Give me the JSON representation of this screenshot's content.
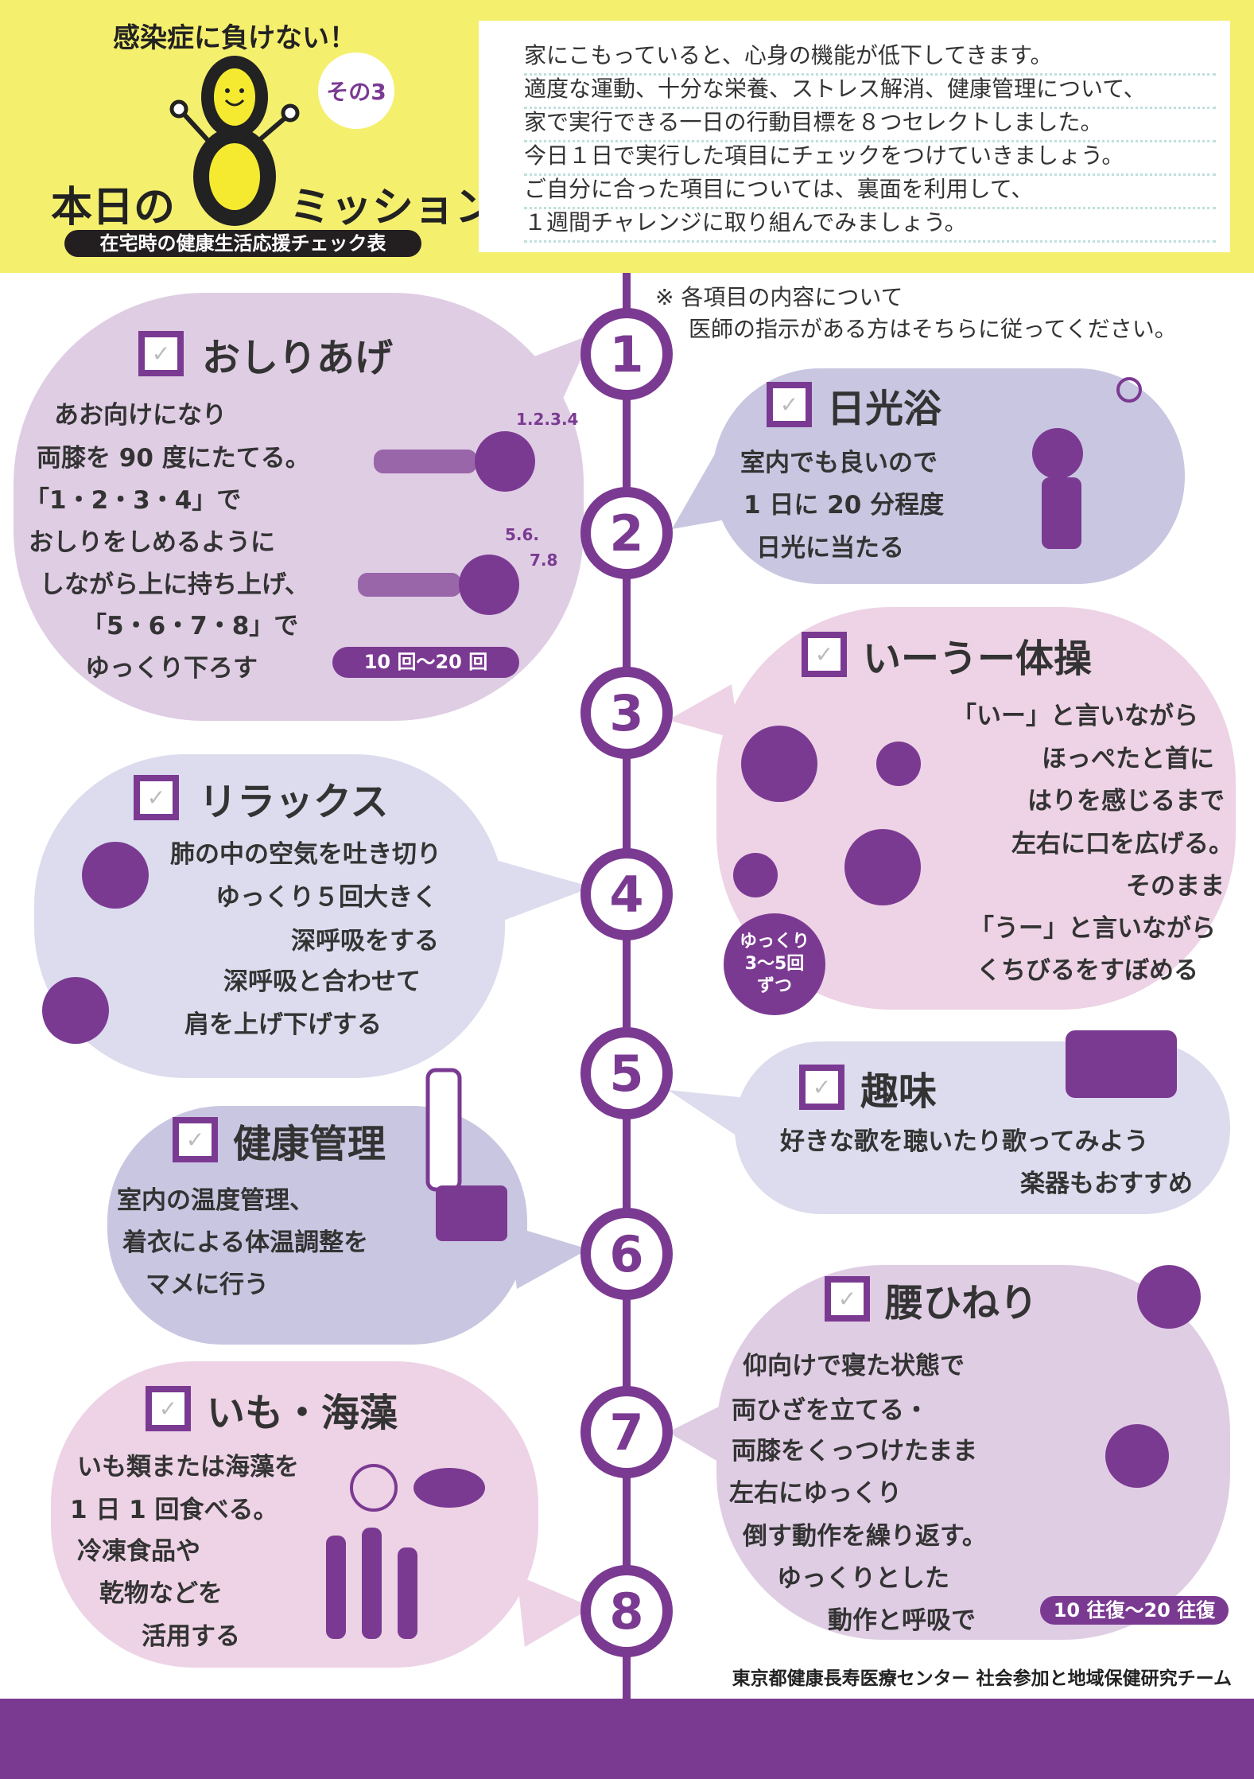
{
  "header": {
    "slogan": "感染症に負けない！",
    "sono": "その3",
    "title_left": "本日の",
    "title_big": "8",
    "title_right": "ミッション",
    "subtitle": "在宅時の健康生活応援チェック表",
    "intro": [
      "家にこもっていると、心身の機能が低下してきます。",
      "適度な運動、十分な栄養、ストレス解消、健康管理について、",
      "家で実行できる一日の行動目標を８つセレクトしました。",
      "今日１日で実行した項目にチェックをつけていきましょう。",
      "ご自分に合った項目については、裏面を利用して、",
      "１週間チャレンジに取り組んでみましょう。"
    ]
  },
  "note": [
    "※ 各項目の内容について",
    "医師の指示がある方はそちらに従ってください。"
  ],
  "numbers": [
    "1",
    "2",
    "3",
    "4",
    "5",
    "6",
    "7",
    "8"
  ],
  "missions": [
    {
      "title": "おしりあげ",
      "lines": [
        "あお向けになり",
        "両膝を 90 度にたてる。",
        "「1・2・3・4」で",
        "おしりをしめるように",
        "しながら上に持ち上げ、",
        "「5・6・7・8」で",
        "ゆっくり下ろす"
      ],
      "badge": "10 回〜20 回",
      "count_up": "1.2.3.4",
      "count_down1": "5.6.",
      "count_down2": "7.8"
    },
    {
      "title": "日光浴",
      "lines": [
        "室内でも良いので",
        "1 日に 20 分程度",
        "日光に当たる"
      ]
    },
    {
      "title": "いーうー体操",
      "lines": [
        "「いー」と言いながら",
        "ほっぺたと首に",
        "はりを感じるまで",
        "左右に口を広げる。",
        "そのまま",
        "「うー」と言いながら",
        "くちびるをすぼめる"
      ],
      "badge": [
        "ゆっくり",
        "3〜5回",
        "ずつ"
      ]
    },
    {
      "title": "リラックス",
      "lines": [
        "肺の中の空気を吐き切り",
        "ゆっくり５回大きく",
        "深呼吸をする",
        "深呼吸と合わせて",
        "肩を上げ下げする"
      ]
    },
    {
      "title": "趣味",
      "lines": [
        "好きな歌を聴いたり歌ってみよう",
        "楽器もおすすめ"
      ]
    },
    {
      "title": "健康管理",
      "lines": [
        "室内の温度管理、",
        "着衣による体温調整を",
        "マメに行う"
      ]
    },
    {
      "title": "腰ひねり",
      "lines": [
        "仰向けで寝た状態で",
        "両ひざを立てる・",
        "両膝をくっつけたまま",
        "左右にゆっくり",
        "倒す動作を繰り返す。",
        "ゆっくりとした",
        "動作と呼吸で"
      ],
      "badge": "10 往復〜20 往復"
    },
    {
      "title": "いも・海藻",
      "lines": [
        "いも類または海藻を",
        "1 日 1 回食べる。",
        "冷凍食品や",
        "乾物などを",
        "活用する"
      ]
    }
  ],
  "credit": "東京都健康長寿医療センター 社会参加と地域保健研究チーム",
  "colors": {
    "yellow": "#f5ef6e",
    "purple": "#7b3a92",
    "bubble_lilac": "#dfcde4",
    "bubble_lavender": "#c9c6e1",
    "bubble_pink": "#edd3e5",
    "bubble_pale": "#dcdcee"
  }
}
